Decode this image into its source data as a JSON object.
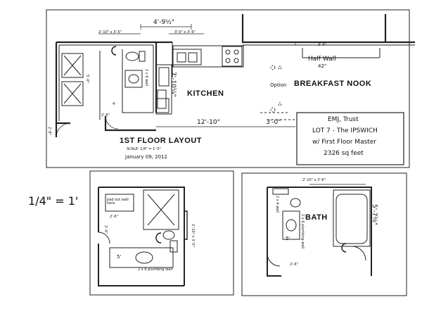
{
  "main_plan": {
    "layout_title": "1ST FLOOR LAYOUT",
    "scale_note": "SCALE: 1/4\" = 1'-0\"",
    "date": "January 09, 2012",
    "kitchen_label": "KITCHEN",
    "option_label": "Option",
    "nook_label": "BREAKFAST NOOK",
    "half_wall_label": "Half Wall",
    "half_wall_height": "42\"",
    "dim_top_span": "4'-9½\"",
    "dim_window_left": "2'-10\" x 3'-5\"",
    "dim_window_mid": "3'-0\" x 3'-6\"",
    "dim_window_right": "3'-0\"",
    "dim_kitchen_width": "12'-10\"",
    "dim_counter_gap": "3'-0\"",
    "dim_kitchen_depth": "7'-10¼\"",
    "dim_wall_2x6": "2 x 6 wall",
    "dim_bath_5ft": "5'-0\"",
    "dim_bath_4ft": "4'",
    "dim_bath_2ft6": "2'-6\"",
    "dim_door_2ft8": "2'-8\""
  },
  "info_box": {
    "line1": "EMJ, Trust",
    "line2": "LOT 7 - The IPSWICH",
    "line3": "w/ First Floor Master",
    "line4": "2326 sq feet"
  },
  "scale_big": "1/4\" = 1'",
  "detail_left": {
    "pad_note": "pad out wall here",
    "dim_2ft6": "2'-6\"",
    "dim_4ft": "2'-4\"",
    "dim_5ft": "5'",
    "window_dim": "2'-10\" x 3'-5\"",
    "plumbing_wall": "2 x 6 plumbing wall"
  },
  "detail_right": {
    "window_dim": "2'-10\" x 3'-6\"",
    "bath_label": "BATH",
    "dim_5ft": "5'",
    "dim_tub": "5'-7⅜\"",
    "plumbing_wall": "2 x 6 plumbing wall",
    "dim_2ft6": "2'-6\"",
    "dim_wall": "2 x 4 wall"
  }
}
